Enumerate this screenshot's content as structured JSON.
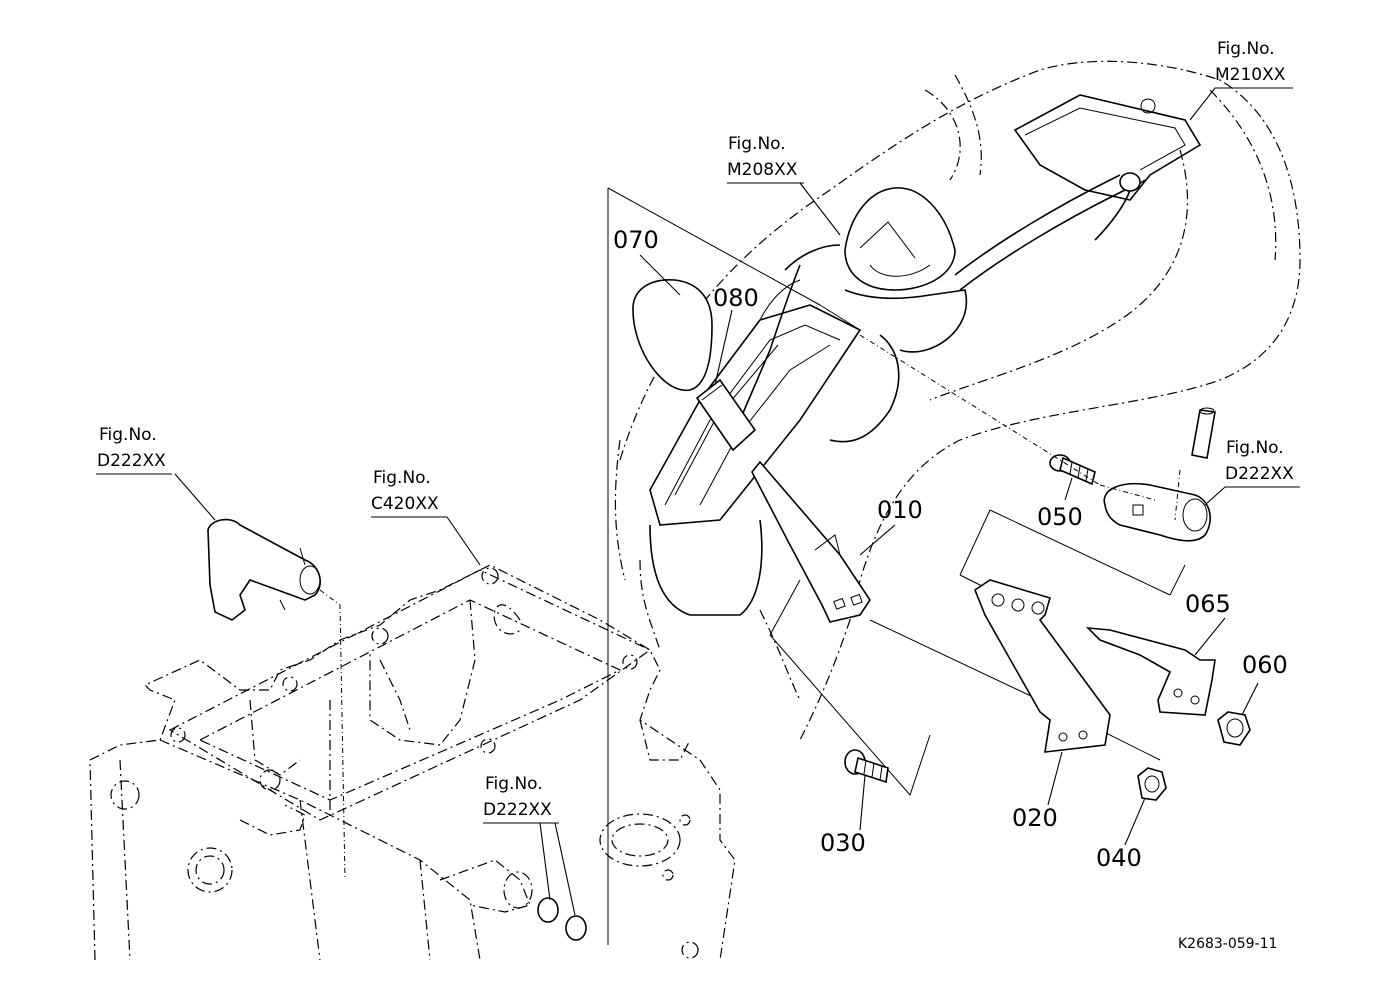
{
  "parts": {
    "p010": "010",
    "p020": "020",
    "p030": "030",
    "p040": "040",
    "p050": "050",
    "p060": "060",
    "p065": "065",
    "p070": "070",
    "p080": "080"
  },
  "fig_refs": {
    "m210": {
      "label": "Fig.No.",
      "code": "M210XX"
    },
    "m208": {
      "label": "Fig.No.",
      "code": "M208XX"
    },
    "d222_left": {
      "label": "Fig.No.",
      "code": "D222XX"
    },
    "c420": {
      "label": "Fig.No.",
      "code": "C420XX"
    },
    "d222_bottom": {
      "label": "Fig.No.",
      "code": "D222XX"
    },
    "d222_right": {
      "label": "Fig.No.",
      "code": "D222XX"
    }
  },
  "drawing_code": "K2683-059-11"
}
